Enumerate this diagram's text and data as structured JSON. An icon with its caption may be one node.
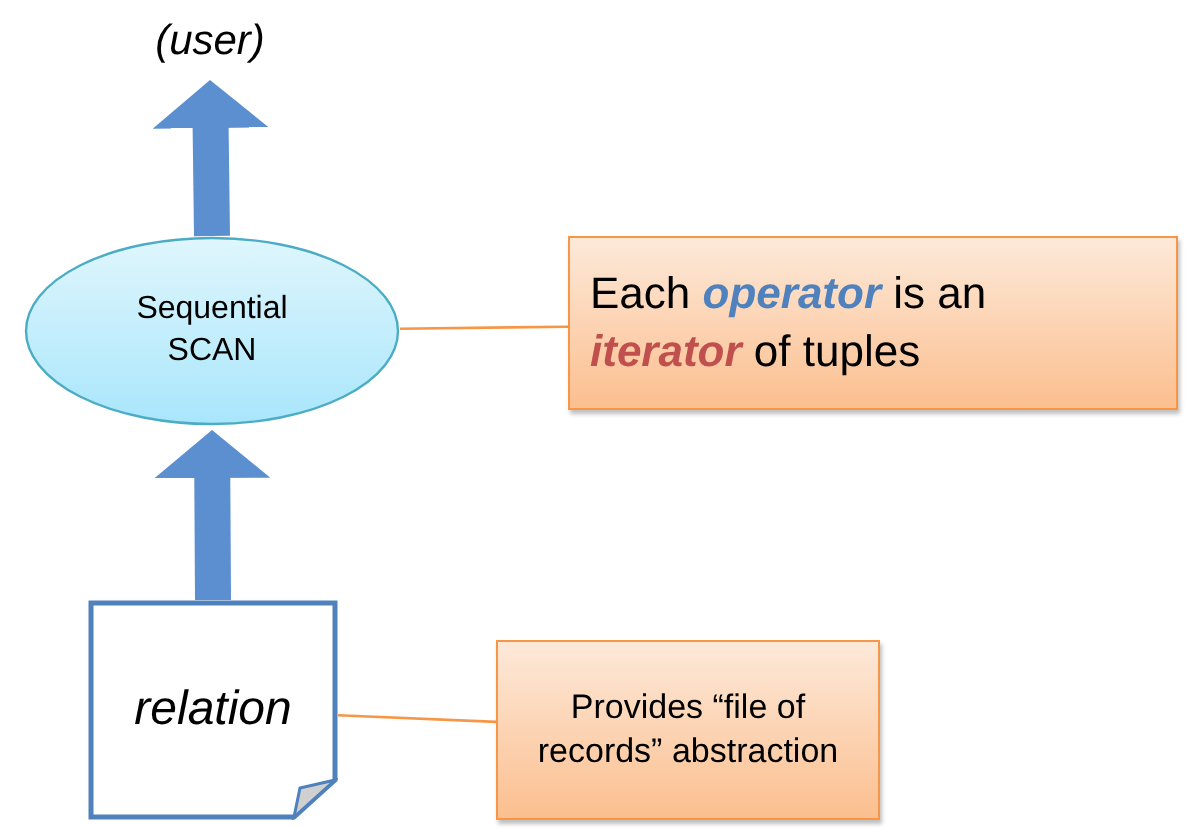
{
  "diagram": {
    "nodes": [
      {
        "text": [
          "(user)"
        ]
      },
      {
        "text": [
          "Sequential SCAN"
        ]
      },
      {
        "text": [
          "Each **operator** is an **iterator** of tuples"
        ]
      },
      {
        "text": [
          "relation"
        ]
      },
      {
        "text": [
          "Provides “file of records” abstraction"
        ]
      }
    ],
    "edges": [
      {
        "from": 1,
        "to": 0,
        "arrow": "to",
        "style": "thick"
      },
      {
        "from": 3,
        "to": 1,
        "arrow": "to",
        "style": "thick"
      },
      {
        "from": 2,
        "to": 1,
        "arrow": "none",
        "color": "#f79646"
      },
      {
        "from": 4,
        "to": 3,
        "arrow": "none",
        "color": "#f79646"
      }
    ]
  }
}
